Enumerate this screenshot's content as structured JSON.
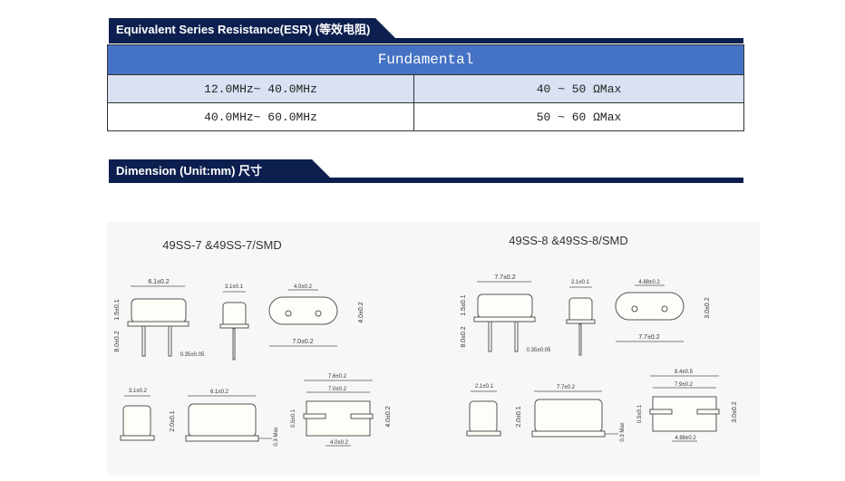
{
  "esr_section": {
    "title": "Equivalent Series Resistance(ESR) (等效电阻)",
    "header": "Fundamental",
    "rows": [
      {
        "range": "12.0MHz~ 40.0MHz",
        "value": "40 ~ 50 ΩMax"
      },
      {
        "range": "40.0MHz~ 60.0MHz",
        "value": "50 ~ 60 ΩMax"
      }
    ]
  },
  "dimension_section": {
    "title": "Dimension (Unit:mm) 尺寸"
  },
  "drawings": [
    {
      "title": "49SS-7 &49SS-7/SMD",
      "side_width": "6.1±0.2",
      "side_h1": "1.5±0.1",
      "side_h2": "8.0±0.2",
      "lead_dia": "0.35±0.05",
      "end_width": "3.1±0.1",
      "top_pitch": "4.0±0.2",
      "top_height": "4.0±0.2",
      "top_length": "7.0±0.2",
      "smd_end_width": "3.1±0.2",
      "smd_end_height": "2.0±0.1",
      "smd_side_width": "6.1±0.2",
      "smd_max": "0.3 Max",
      "smd_outer": "7.6±0.2",
      "smd_inner": "7.0±0.2",
      "smd_pad": "0.5±0.1",
      "smd_right": "4.0±0.2",
      "smd_pitch": "4.0±0.2"
    },
    {
      "title": "49SS-8 &49SS-8/SMD",
      "side_width": "7.7±0.2",
      "side_h1": "1.5±0.1",
      "side_h2": "8.0±0.2",
      "lead_dia": "0.35±0.05",
      "end_width": "2.1±0.1",
      "top_pitch": "4.88±0.2",
      "top_height": "3.0±0.2",
      "top_length": "7.7±0.2",
      "smd_end_width": "2.1±0.1",
      "smd_end_height": "2.0±0.1",
      "smd_side_width": "7.7±0.2",
      "smd_max": "0.3 Max",
      "smd_outer": "8.4±0.5",
      "smd_inner": "7.9±0.2",
      "smd_pad": "0.5±0.1",
      "smd_right": "3.0±0.2",
      "smd_pitch": "4.88±0.2"
    }
  ]
}
